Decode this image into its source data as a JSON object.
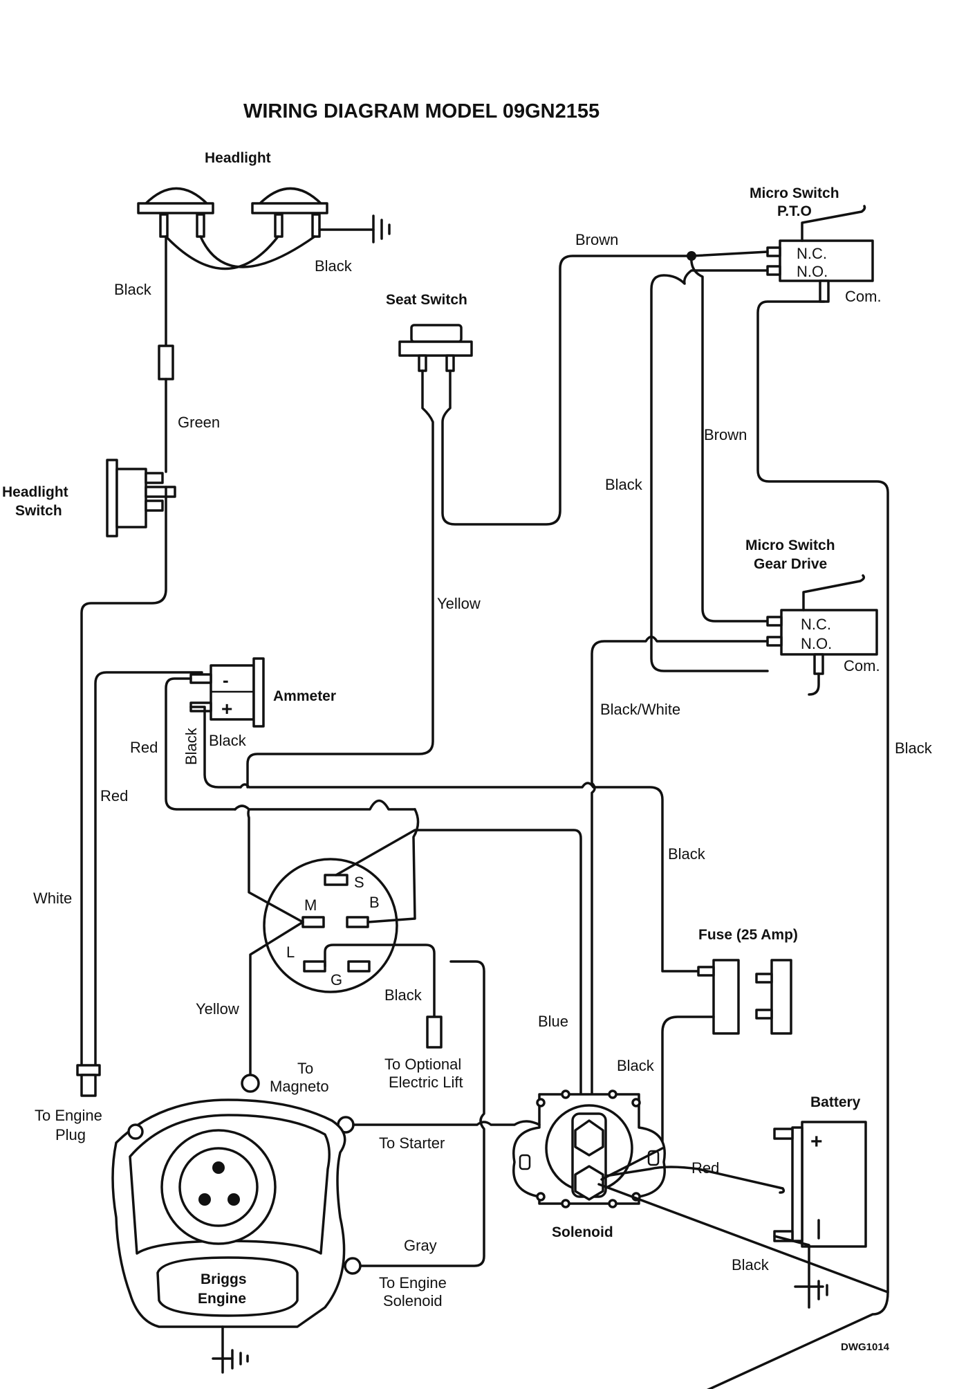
{
  "title": "WIRING DIAGRAM MODEL 09GN2155",
  "drawing_number": "DWG1014",
  "components": {
    "headlight": "Headlight",
    "headlight_switch_1": "Headlight",
    "headlight_switch_2": "Switch",
    "seat_switch": "Seat  Switch",
    "micro_pto_1": "Micro Switch",
    "micro_pto_2": "P.T.O",
    "micro_gear_1": "Micro Switch",
    "micro_gear_2": "Gear Drive",
    "ammeter": "Ammeter",
    "fuse": "Fuse (25 Amp)",
    "battery": "Battery",
    "solenoid": "Solenoid",
    "engine_1": "Briggs",
    "engine_2": "Engine"
  },
  "switch_terminals": {
    "nc": "N.C.",
    "no": "N.O.",
    "com": "Com."
  },
  "ignition_terminals": {
    "s": "S",
    "m": "M",
    "b": "B",
    "l": "L",
    "g": "G"
  },
  "meter_signs": {
    "minus": "-",
    "plus": "+"
  },
  "wires": {
    "black_hl_left": "Black",
    "black_hl_right": "Black",
    "green": "Green",
    "brown_top": "Brown",
    "brown_mid": "Brown",
    "black_mid": "Black",
    "yellow_top": "Yellow",
    "black_white": "Black/White",
    "black_right": "Black",
    "red_amm": "Red",
    "black_amm_vert": "Black",
    "black_amm": "Black",
    "red_left": "Red",
    "white": "White",
    "black_fuse": "Black",
    "yellow_low": "Yellow",
    "black_lift": "Black",
    "blue": "Blue",
    "black_sol": "Black",
    "red_batt": "Red",
    "black_batt": "Black",
    "gray": "Gray"
  },
  "terminals": {
    "magneto_1": "To",
    "magneto_2": "Magneto",
    "lift_1": "To Optional",
    "lift_2": "Electric Lift",
    "plug_1": "To Engine",
    "plug_2": "Plug",
    "starter": "To Starter",
    "eng_sol_1": "To Engine",
    "eng_sol_2": "Solenoid"
  }
}
